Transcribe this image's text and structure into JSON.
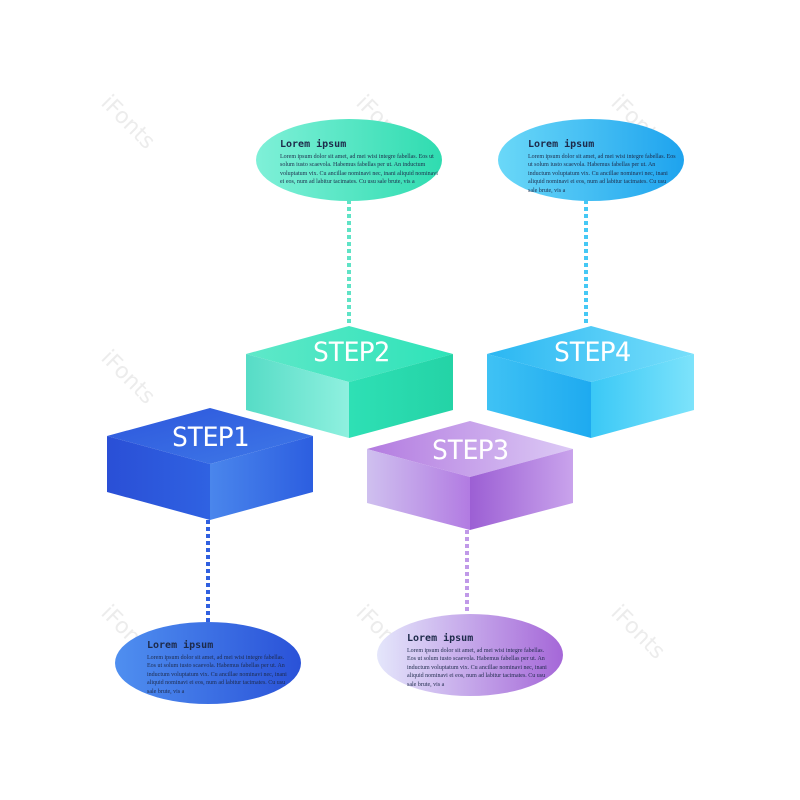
{
  "watermark": "iFonts",
  "colors": {
    "step1": [
      "#3b5fe0",
      "#2f6ee6"
    ],
    "step2": [
      "#58e0c4",
      "#2ce6b8"
    ],
    "step3": [
      "#d6b8f0",
      "#9f66d6"
    ],
    "step4": [
      "#2fb9f2",
      "#6fdcfa"
    ]
  },
  "steps": [
    {
      "label": "STEP1",
      "title": "Lorem ipsum",
      "body": "Lorem ipsum dolor sit amet, ad mei wisi integre fabellas. Eos ut solum iusto scaevola. Habemus fabellas per ut. An inductum voluptatum vix. Cu ancillae nominavi nec, inani aliquid nominavi ei eos, num ad labitur tacimates. Cu usu sale brute, vis a"
    },
    {
      "label": "STEP2",
      "title": "Lorem ipsum",
      "body": "Lorem ipsum dolor sit amet, ad mei wisi integre fabellas. Eos ut solum iusto scaevola. Habemus fabellas per ut. An inductum voluptatum vix. Cu ancillae nominavi nec, inani aliquid nominavi ei eos, num ad labitur tacimates. Cu usu sale brute, vis a"
    },
    {
      "label": "STEP3",
      "title": "Lorem ipsum",
      "body": "Lorem ipsum dolor sit amet, ad mei wisi integre fabellas. Eos ut solum iusto scaevola. Habemus fabellas per ut. An inductum voluptatum vix. Cu ancillae nominavi nec, inani aliquid nominavi ei eos, num ad labitur tacimates. Cu usu sale brute, vis a"
    },
    {
      "label": "STEP4",
      "title": "Lorem ipsum",
      "body": "Lorem ipsum dolor sit amet, ad mei wisi integre fabellas. Eos ut solum iusto scaevola. Habemus fabellas per ut. An inductum voluptatum vix. Cu ancillae nominavi nec, inani aliquid nominavi ei eos, num ad labitur tacimates. Cu usu sale brute, vis a"
    }
  ]
}
